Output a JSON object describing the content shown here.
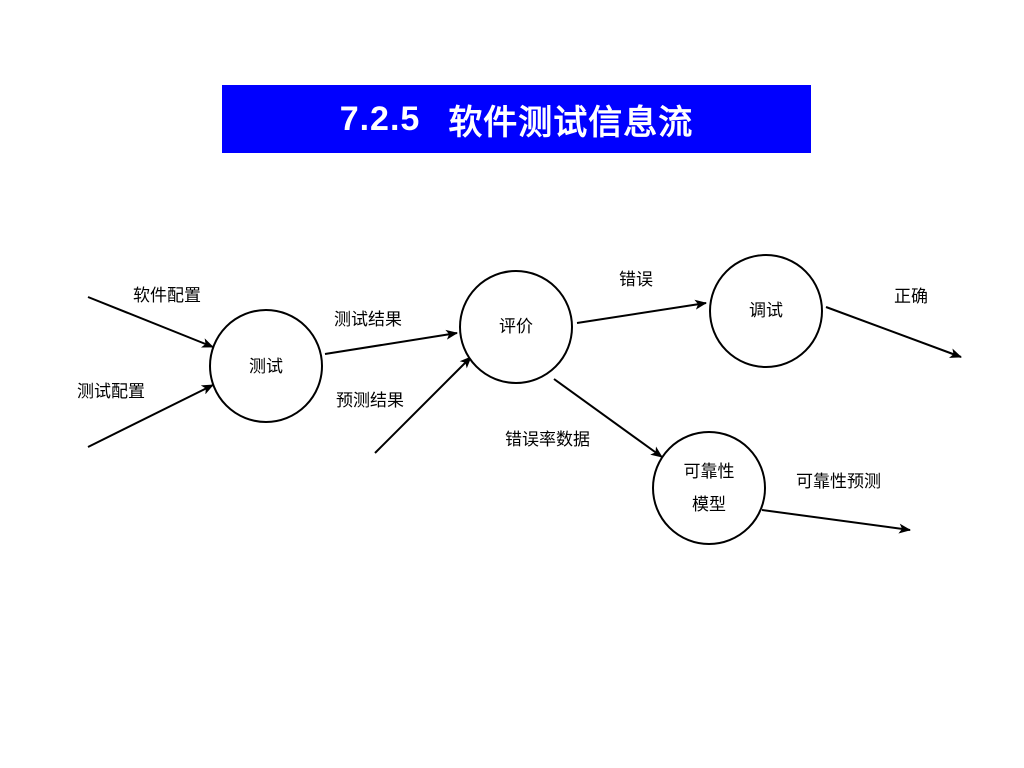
{
  "title": {
    "number": "7.2.5",
    "text": "软件测试信息流"
  },
  "nodes": {
    "test": "测试",
    "evaluate": "评价",
    "debug": "调试",
    "reliability_line1": "可靠性",
    "reliability_line2": "模型"
  },
  "edges": {
    "software_config": "软件配置",
    "test_config": "测试配置",
    "test_result": "测试结果",
    "predicted_result": "预测结果",
    "error": "错误",
    "correct": "正确",
    "error_rate_data": "错误率数据",
    "reliability_prediction": "可靠性预测"
  }
}
